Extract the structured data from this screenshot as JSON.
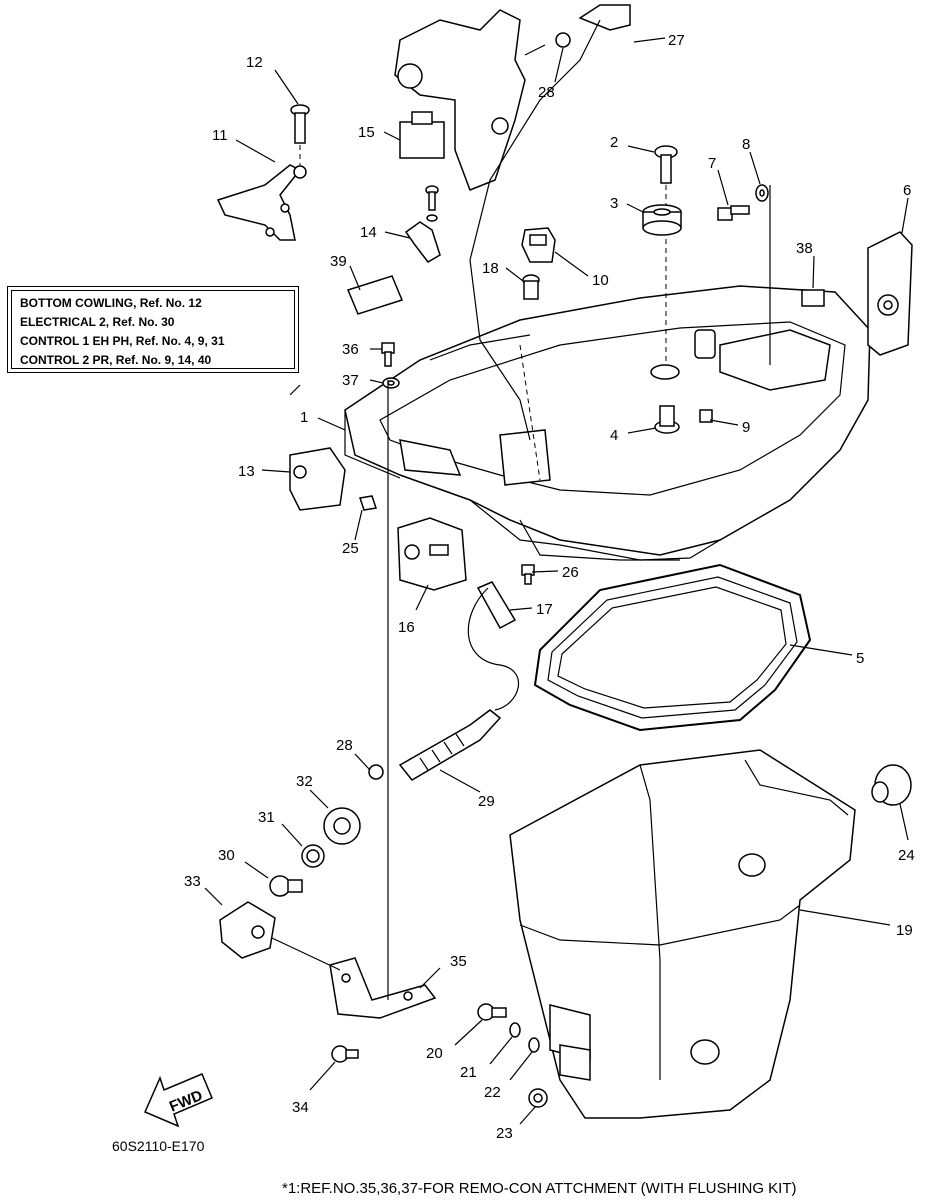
{
  "reference_notes": [
    "BOTTOM COWLING, Ref. No. 12",
    "ELECTRICAL 2,  Ref. No. 30",
    "CONTROL 1 EH PH,  Ref. No. 4, 9, 31",
    "CONTROL 2 PR,  Ref. No. 9, 14, 40"
  ],
  "callouts": [
    "1",
    "2",
    "3",
    "4",
    "5",
    "6",
    "7",
    "8",
    "9",
    "10",
    "11",
    "12",
    "13",
    "14",
    "15",
    "16",
    "17",
    "18",
    "19",
    "20",
    "21",
    "22",
    "23",
    "24",
    "25",
    "26",
    "27",
    "28",
    "28",
    "29",
    "30",
    "31",
    "32",
    "33",
    "34",
    "35",
    "36",
    "37",
    "38",
    "39"
  ],
  "fwd_label": "FWD",
  "drawing_code": "60S2110-E170",
  "footnote": "*1:REF.NO.35,36,37-FOR REMO-CON ATTCHMENT (WITH FLUSHING KIT)",
  "colors": {
    "line": "#000000",
    "background": "#ffffff"
  }
}
